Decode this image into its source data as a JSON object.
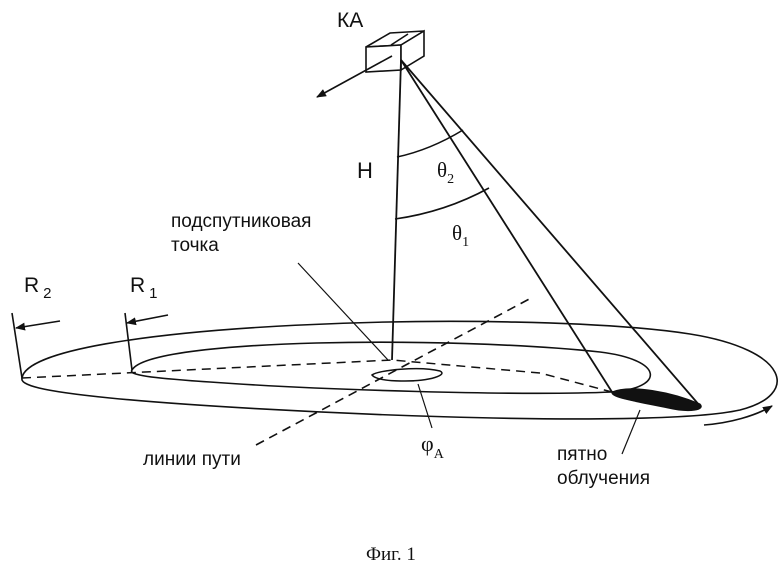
{
  "labels": {
    "spacecraft": "КА",
    "height": "H",
    "theta2": {
      "base": "θ",
      "sub": "2"
    },
    "theta1": {
      "base": "θ",
      "sub": "1"
    },
    "subsatellite_point": [
      "подспутниковая",
      "точка"
    ],
    "r2": {
      "base": "R",
      "sub": "2"
    },
    "r1": {
      "base": "R",
      "sub": "1"
    },
    "ground_track": "линии пути",
    "phi_a": {
      "base": "φ",
      "sub": "A"
    },
    "footprint": [
      "пятно",
      "облучения"
    ],
    "caption": "Фиг. 1"
  },
  "colors": {
    "ink": "#111111",
    "background": "#ffffff"
  }
}
